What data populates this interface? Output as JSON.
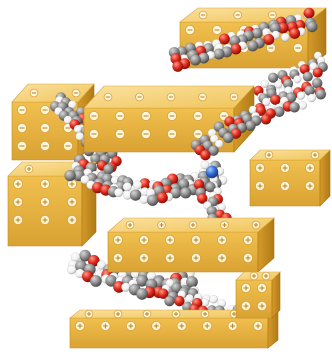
{
  "image": {
    "subject": "layered-clay-slabs-with-intercalated-molecules",
    "colors": {
      "background": "#ffffff",
      "slab_top": "#f6cf6e",
      "slab_front": "#e9b642",
      "slab_side": "#c98f21",
      "sign_fill": "#fff6dc",
      "sign_stroke": "#d8a03a",
      "atom_carbon": "#9a9a9a",
      "atom_carbon_dark": "#6e6e6e",
      "atom_oxygen": "#e02a1c",
      "atom_hydrogen": "#f4f4f4",
      "atom_nitrogen": "#2f6fd8"
    },
    "layers": [
      {
        "name": "top-slab"
      },
      {
        "name": "upper-left-slab"
      },
      {
        "name": "middle-slab"
      },
      {
        "name": "lower-right-slab"
      },
      {
        "name": "bottom-slab"
      }
    ],
    "molecule_chains": [
      {
        "name": "chain-top"
      },
      {
        "name": "chain-upper-left"
      },
      {
        "name": "chain-middle"
      },
      {
        "name": "chain-lower"
      },
      {
        "name": "chain-bottom"
      }
    ]
  }
}
